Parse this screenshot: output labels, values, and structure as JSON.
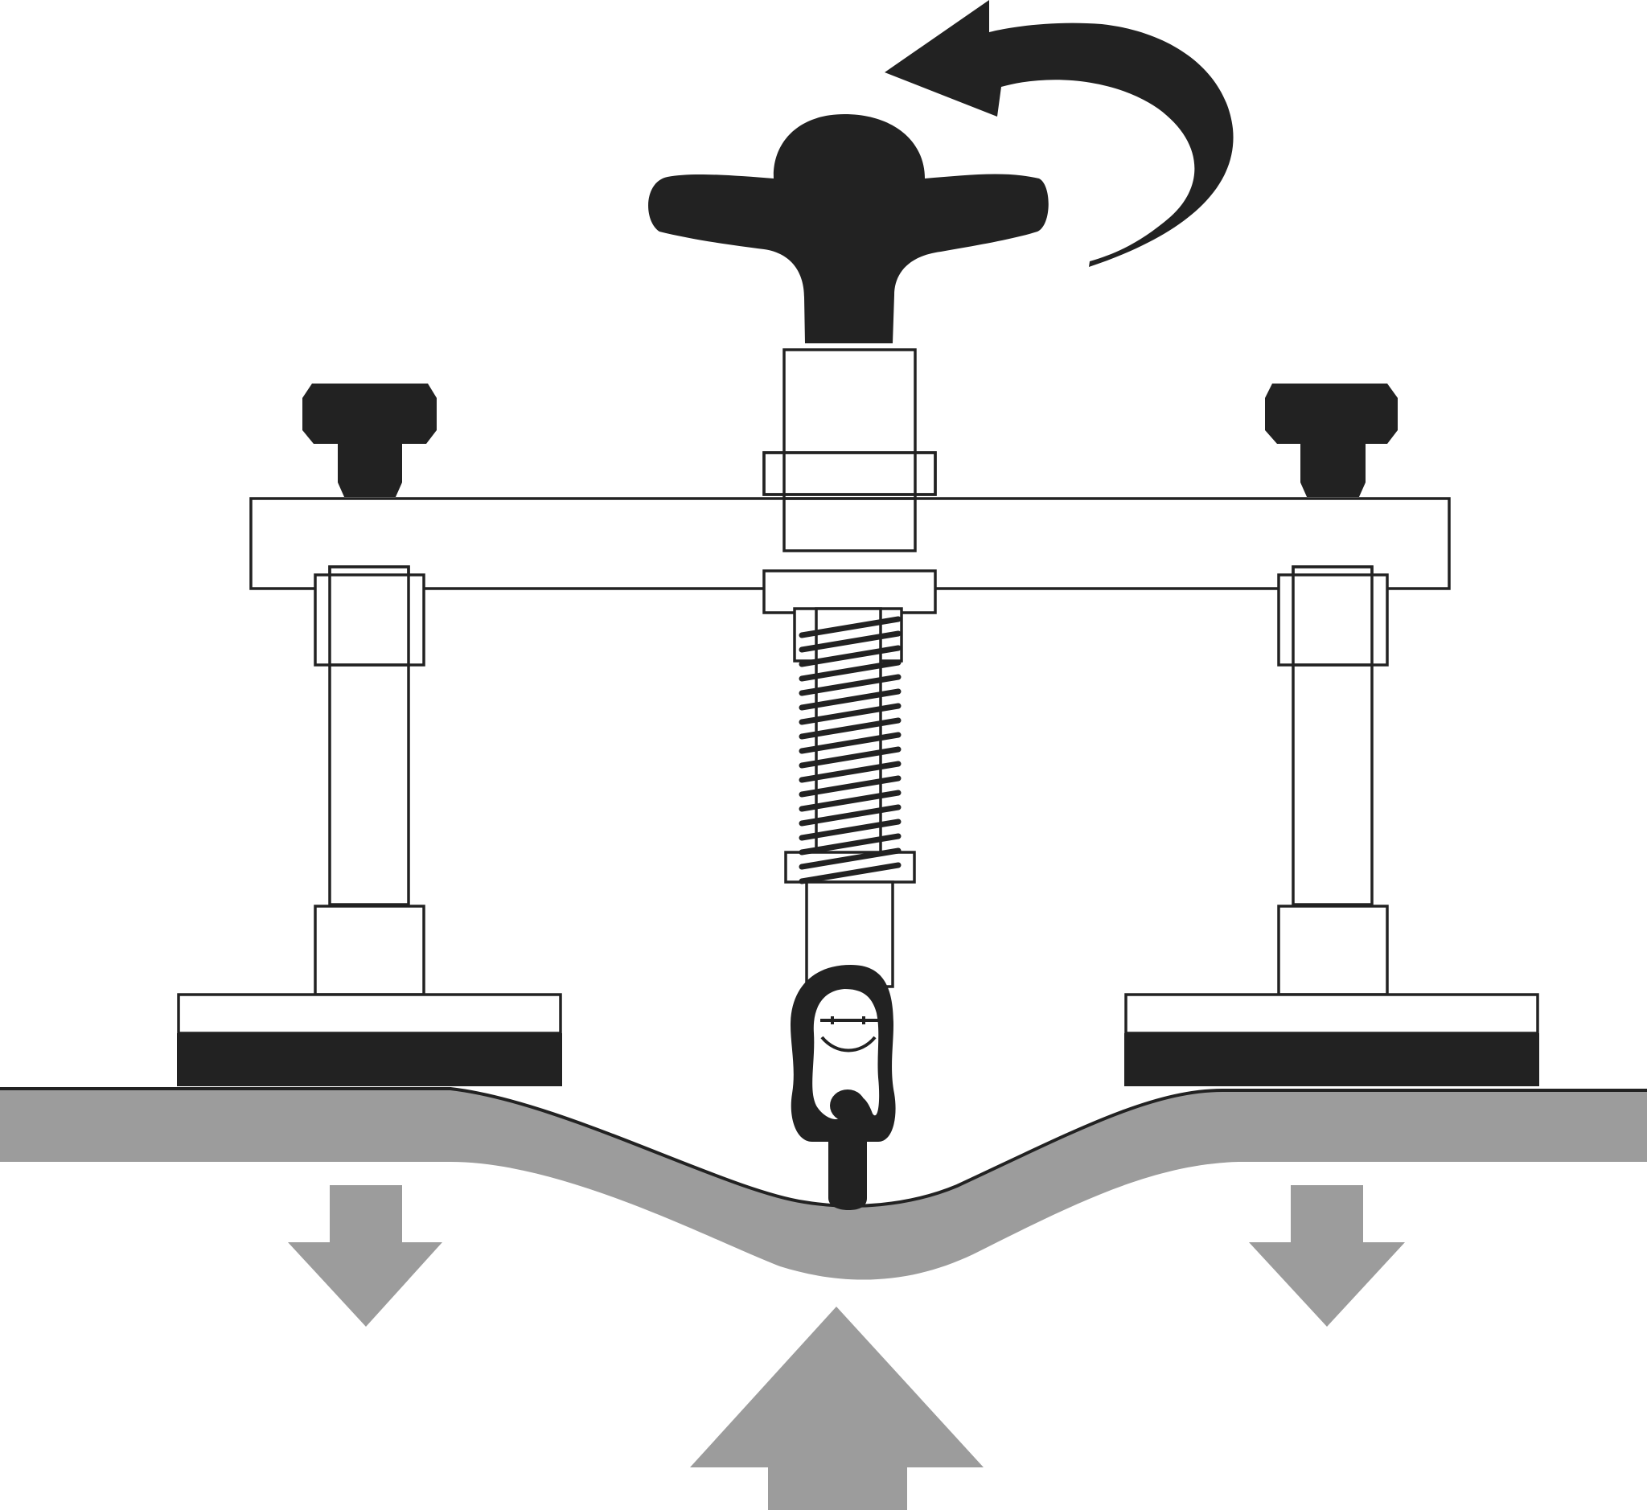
{
  "diagram": {
    "type": "dent-puller-illustration",
    "colors": {
      "ink": "#222222",
      "arrow_gray": "#9c9c9c",
      "panel_gray": "#9c9c9c",
      "background": "#ffffff"
    },
    "parts": [
      "wing-knob",
      "rotation-arrow",
      "crossbar",
      "adjuster-knob-left",
      "adjuster-knob-right",
      "support-leg-left",
      "support-leg-right",
      "suction-foot-left",
      "suction-foot-right",
      "center-screw",
      "compression-spring",
      "glue-tab",
      "body-panel",
      "force-arrow-down-left",
      "force-arrow-down-right",
      "force-arrow-up"
    ]
  }
}
